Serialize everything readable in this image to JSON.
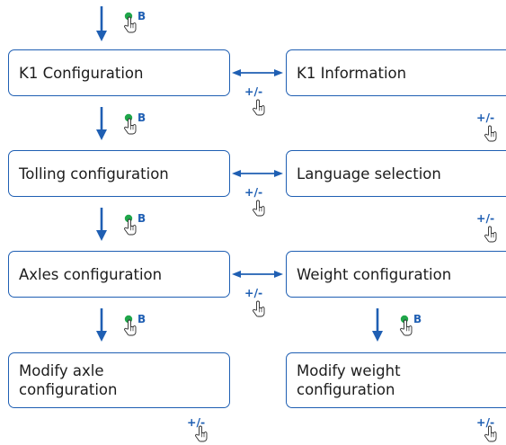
{
  "colors": {
    "accent": "#1f5fb3",
    "dot": "#1fa64a",
    "text": "#1c1c1c"
  },
  "icons": {
    "press": "pointing-hand-icon",
    "key_dot": "green-dot-icon"
  },
  "keys": {
    "next": "B",
    "toggle": "+/-"
  },
  "nodes": [
    {
      "id": "k1-configuration",
      "label": "K1 Configuration"
    },
    {
      "id": "k1-information",
      "label": "K1 Information"
    },
    {
      "id": "tolling-configuration",
      "label": "Tolling configuration"
    },
    {
      "id": "language-selection",
      "label": "Language selection"
    },
    {
      "id": "axles-configuration",
      "label": "Axles configuration"
    },
    {
      "id": "weight-configuration",
      "label": "Weight configuration"
    },
    {
      "id": "modify-axle-configuration",
      "label": "Modify axle\nconfiguration"
    },
    {
      "id": "modify-weight-configuration",
      "label": "Modify weight\nconfiguration"
    }
  ]
}
